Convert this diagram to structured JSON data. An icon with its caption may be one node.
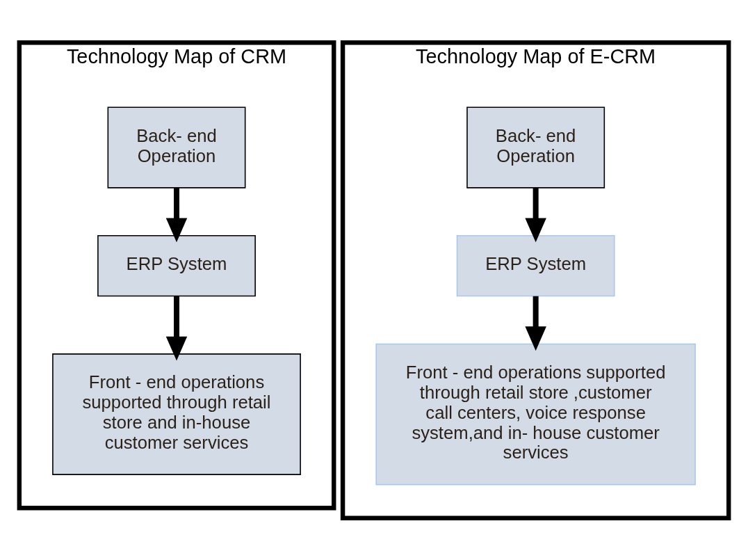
{
  "diagram": {
    "nodes": [
      {
        "text": [
          "Technology Map of CRM"
        ]
      },
      {
        "text": [
          "Back- end Operation"
        ],
        "in": 0
      },
      {
        "text": [
          "ERP System"
        ],
        "in": 0
      },
      {
        "text": [
          "Front - end operations supported through retail store and in-house customer services"
        ],
        "in": 0
      },
      {
        "text": [
          "Technology Map of E-CRM"
        ]
      },
      {
        "text": [
          "Back- end Operation"
        ],
        "in": 4
      },
      {
        "text": [
          "ERP System"
        ],
        "in": 4
      },
      {
        "text": [
          "Front - end operations supported through retail store ,customer call centers, voice response system,and in- house customer services"
        ],
        "in": 4
      }
    ],
    "edges": [
      {
        "from": 1,
        "to": 2,
        "arrow": "to"
      },
      {
        "from": 2,
        "to": 3,
        "arrow": "to"
      },
      {
        "from": 5,
        "to": 6,
        "arrow": "to"
      },
      {
        "from": 6,
        "to": 7,
        "arrow": "to"
      }
    ]
  }
}
